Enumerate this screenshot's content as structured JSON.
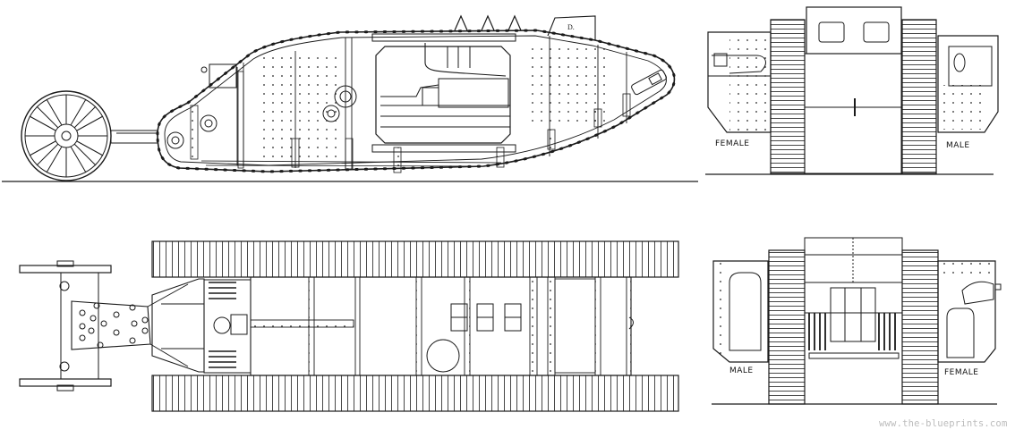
{
  "drawing": {
    "subject": "Mark I tank blueprint",
    "views": [
      {
        "id": "side-view",
        "name": "Side elevation with tail wheels"
      },
      {
        "id": "rear-view",
        "name": "Rear view"
      },
      {
        "id": "top-view",
        "name": "Plan view from above"
      },
      {
        "id": "front-view",
        "name": "Front view"
      }
    ],
    "rear_view": {
      "left_label": "FEMALE",
      "right_label": "MALE"
    },
    "front_view": {
      "left_label": "MALE",
      "right_label": "FEMALE"
    },
    "side_view": {
      "hatch_mark": "D."
    },
    "colors": {
      "ink": "#1a1a1a",
      "background": "#ffffff",
      "watermark": "#bcbcbc"
    }
  },
  "watermark": "www.the-blueprints.com"
}
